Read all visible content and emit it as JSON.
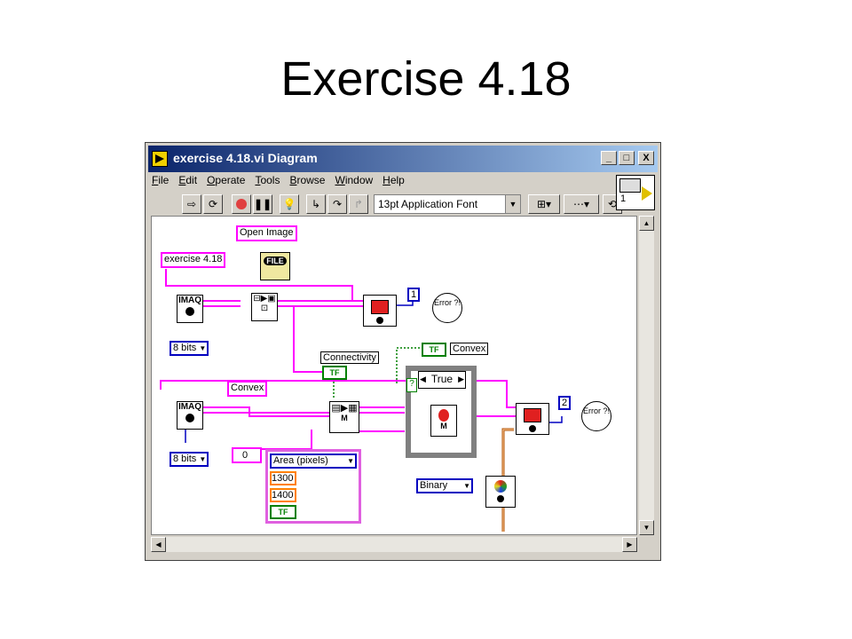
{
  "slide": {
    "title": "Exercise 4.18"
  },
  "window": {
    "title": "exercise 4.18.vi Diagram",
    "controls": {
      "minimize": "_",
      "maximize": "□",
      "close": "X"
    }
  },
  "menu": [
    "File",
    "Edit",
    "Operate",
    "Tools",
    "Browse",
    "Window",
    "Help"
  ],
  "toolbar": {
    "font": "13pt Application Font",
    "buttons": [
      "run-arrow",
      "run-continuous",
      "abort",
      "pause",
      "highlight-execution",
      "step-into",
      "step-over",
      "step-out"
    ],
    "vi_icon_number": "1"
  },
  "diagram": {
    "open_image_label": "Open Image",
    "file_icon_label": "FILE",
    "path_constant": "exercise 4.18",
    "imaq_label": "IMAQ",
    "bits_1": "8 bits",
    "bits_2": "8 bits",
    "display_number_1": "1",
    "display_number_2": "2",
    "error_label": "Error ?!",
    "connectivity_label": "Connectivity",
    "tf_label": "TF",
    "convex_label_top": "Convex",
    "convex_constant": "Convex",
    "case_selector": "True",
    "numeric_zero": "0",
    "array_enum": "Area (pixels)",
    "range_low": "1300",
    "range_high": "1400",
    "binary_enum": "Binary",
    "question_mark": "?"
  }
}
